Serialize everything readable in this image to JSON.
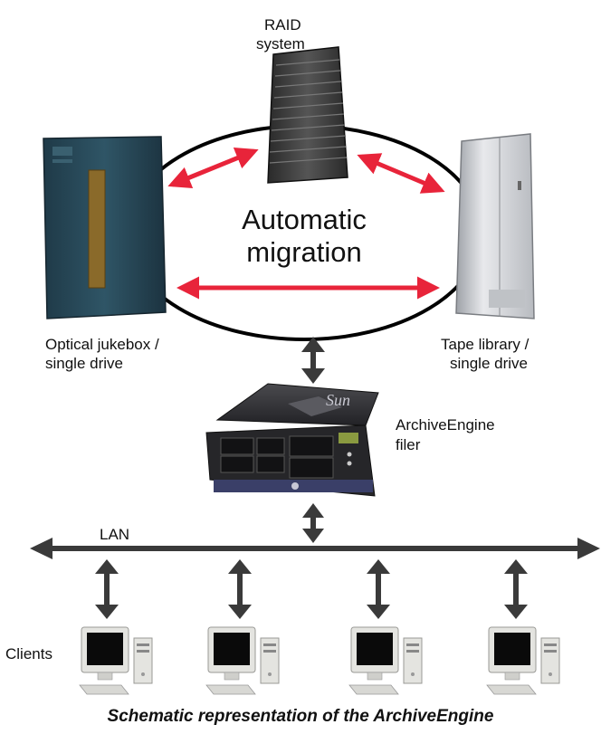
{
  "labels": {
    "raid_line1": "RAID",
    "raid_line2": "system",
    "center_line1": "Automatic",
    "center_line2": "migration",
    "optical_line1": "Optical jukebox /",
    "optical_line2": "single drive",
    "tape_line1": "Tape library /",
    "tape_line2": "single drive",
    "filer_line1": "ArchiveEngine",
    "filer_line2": "filer",
    "lan": "LAN",
    "clients": "Clients",
    "server_brand": "Sun"
  },
  "caption": "Schematic representation of the ArchiveEngine",
  "clients_count": 4,
  "colors": {
    "migration_arrow": "#e8243a",
    "connector_arrow": "#3a3a3a",
    "ellipse_stroke": "#000000",
    "optical_body": "#2a4a5a",
    "tape_body": "#d6d8dc",
    "raid_body": "#3c3c3c",
    "server_body": "#2c2c2e",
    "monitor_case": "#e4e4e0",
    "screen": "#0a0a0a"
  }
}
